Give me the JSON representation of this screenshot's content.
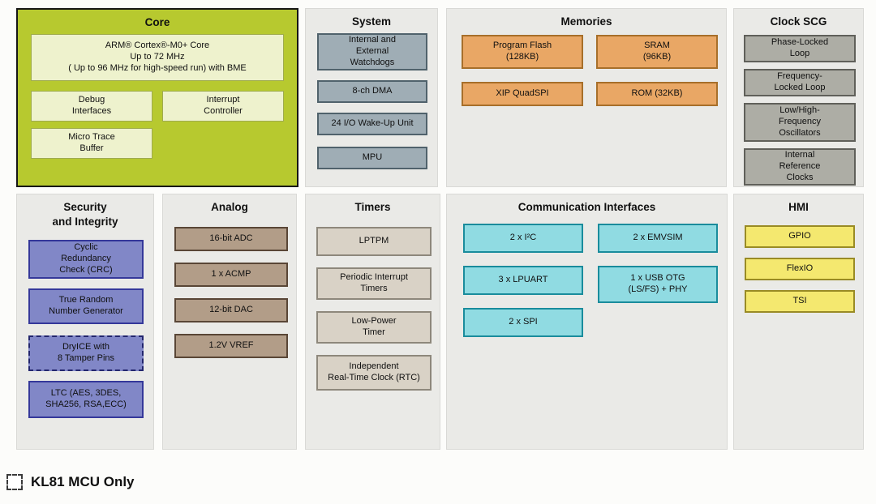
{
  "palette": {
    "core_panel": "#b7c92f",
    "core_block": "#eef2cd",
    "system_block": "#9fadb5",
    "memories_block": "#e9a765",
    "clock_block": "#adada5",
    "security_block": "#8187c7",
    "analog_block": "#b29d88",
    "timers_block": "#d9d2c6",
    "comm_block": "#90dbe2",
    "hmi_block": "#f4e86f",
    "panel_bg": "#eaeae7"
  },
  "sections": {
    "core": {
      "title": "Core",
      "blocks": [
        {
          "label": "ARM® Cortex®-M0+ Core\nUp to 72 MHz\n( Up to 96 MHz for high-speed run) with BME"
        },
        {
          "label": "Debug\nInterfaces"
        },
        {
          "label": "Interrupt\nController"
        },
        {
          "label": "Micro Trace\nBuffer"
        }
      ]
    },
    "system": {
      "title": "System",
      "blocks": [
        {
          "label": "Internal and\nExternal\nWatchdogs"
        },
        {
          "label": "8-ch DMA"
        },
        {
          "label": "24 I/O Wake-Up Unit"
        },
        {
          "label": "MPU"
        }
      ]
    },
    "memories": {
      "title": "Memories",
      "blocks": [
        {
          "label": "Program Flash\n(128KB)"
        },
        {
          "label": "SRAM\n(96KB)"
        },
        {
          "label": "XIP QuadSPI"
        },
        {
          "label": "ROM (32KB)"
        }
      ]
    },
    "clock_scg": {
      "title": "Clock SCG",
      "blocks": [
        {
          "label": "Phase-Locked\nLoop"
        },
        {
          "label": "Frequency-\nLocked Loop"
        },
        {
          "label": "Low/High-\nFrequency\nOscillators"
        },
        {
          "label": "Internal\nReference\nClocks"
        }
      ]
    },
    "security": {
      "title": "Security\nand Integrity",
      "blocks": [
        {
          "label": "Cyclic\nRedundancy\nCheck (CRC)"
        },
        {
          "label": "True Random\nNumber Generator"
        },
        {
          "label": "DryICE with\n8 Tamper Pins"
        },
        {
          "label": "LTC (AES, 3DES,\nSHA256, RSA,ECC)"
        }
      ]
    },
    "analog": {
      "title": "Analog",
      "blocks": [
        {
          "label": "16-bit ADC"
        },
        {
          "label": "1 x ACMP"
        },
        {
          "label": "12-bit DAC"
        },
        {
          "label": "1.2V VREF"
        }
      ]
    },
    "timers": {
      "title": "Timers",
      "blocks": [
        {
          "label": "LPTPM"
        },
        {
          "label": "Periodic Interrupt\nTimers"
        },
        {
          "label": "Low-Power\nTimer"
        },
        {
          "label": "Independent\nReal-Time Clock (RTC)"
        }
      ]
    },
    "comm": {
      "title": "Communication Interfaces",
      "blocks": [
        {
          "label": "2 x I²C"
        },
        {
          "label": "2 x EMVSIM"
        },
        {
          "label": "3 x LPUART"
        },
        {
          "label": "1 x USB OTG\n(LS/FS) + PHY"
        },
        {
          "label": "2 x SPI"
        }
      ]
    },
    "hmi": {
      "title": "HMI",
      "blocks": [
        {
          "label": "GPIO"
        },
        {
          "label": "FlexIO"
        },
        {
          "label": "TSI"
        }
      ]
    }
  },
  "legend": {
    "label": "KL81 MCU Only"
  }
}
